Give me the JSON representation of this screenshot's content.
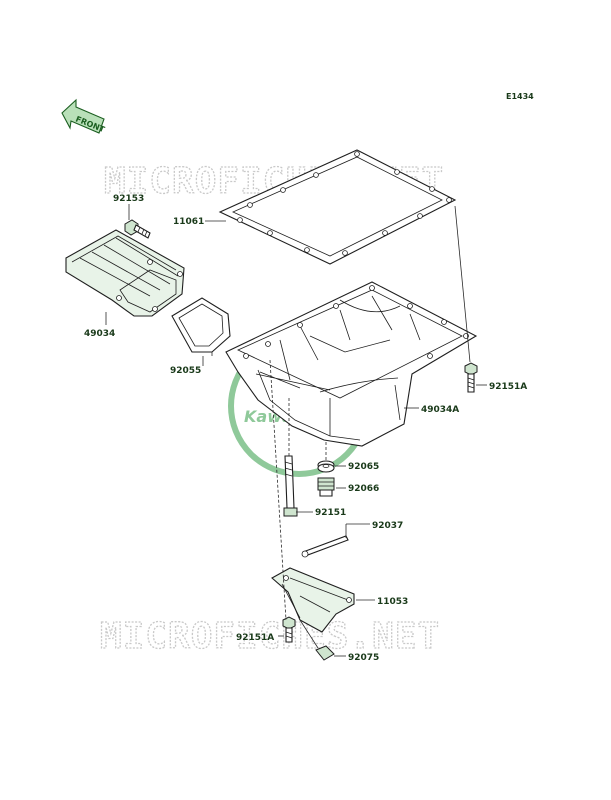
{
  "diagram": {
    "drawing_id": "E1434",
    "front_label": "FRONT",
    "watermark": "MICROFICHES.NET",
    "brand": "Kawasaki",
    "colors": {
      "watermark": "#c9c9c9",
      "brand_green": "#8fc99a",
      "arrow_green": "#b9e0b9"
    },
    "callouts": [
      {
        "id": "11061",
        "text": "11061"
      },
      {
        "id": "92153",
        "text": "92153"
      },
      {
        "id": "49034",
        "text": "49034"
      },
      {
        "id": "92055",
        "text": "92055"
      },
      {
        "id": "92151A-top",
        "text": "92151A"
      },
      {
        "id": "49034A",
        "text": "49034A"
      },
      {
        "id": "92065",
        "text": "92065"
      },
      {
        "id": "92066",
        "text": "92066"
      },
      {
        "id": "92151",
        "text": "92151"
      },
      {
        "id": "92037",
        "text": "92037"
      },
      {
        "id": "11053",
        "text": "11053"
      },
      {
        "id": "92151A-bottom",
        "text": "92151A"
      },
      {
        "id": "92075",
        "text": "92075"
      }
    ]
  }
}
